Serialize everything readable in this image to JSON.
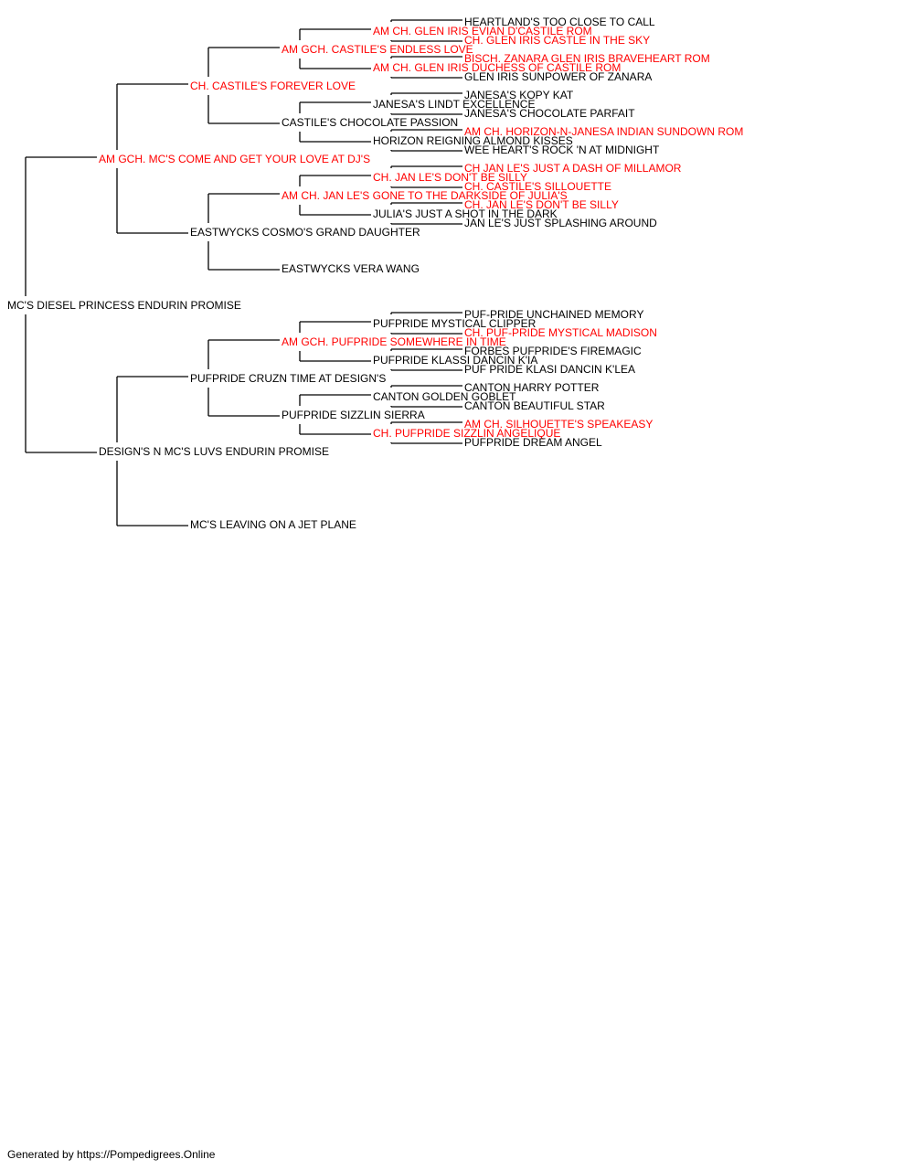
{
  "colors": {
    "champion": "#ff0000",
    "normal": "#000000",
    "line": "#000000"
  },
  "footer": "Generated by https://Pompedigrees.Online",
  "pedigree": {
    "name": "MC'S DIESEL PRINCESS ENDURIN PROMISE",
    "champion": false,
    "sire": {
      "name": "AM GCH. MC'S COME AND GET YOUR LOVE AT DJ'S",
      "champion": true,
      "sire": {
        "name": "CH. CASTILE'S FOREVER LOVE",
        "champion": true,
        "sire": {
          "name": "AM GCH. CASTILE'S ENDLESS LOVE",
          "champion": true,
          "sire": {
            "name": "AM CH. GLEN IRIS EVIAN D'CASTILE ROM",
            "champion": true,
            "sire": {
              "name": "HEARTLAND'S TOO CLOSE TO CALL",
              "champion": false
            },
            "dam": {
              "name": "CH. GLEN IRIS CASTLE IN THE SKY",
              "champion": true
            }
          },
          "dam": {
            "name": "AM CH. GLEN IRIS DUCHESS OF CASTILE ROM",
            "champion": true,
            "sire": {
              "name": "BISCH. ZANARA GLEN IRIS BRAVEHEART ROM",
              "champion": true
            },
            "dam": {
              "name": "GLEN IRIS SUNPOWER OF ZANARA",
              "champion": false
            }
          }
        },
        "dam": {
          "name": "CASTILE'S CHOCOLATE PASSION",
          "champion": false,
          "sire": {
            "name": "JANESA'S LINDT EXCELLENCE",
            "champion": false,
            "sire": {
              "name": "JANESA'S KOPY KAT",
              "champion": false
            },
            "dam": {
              "name": "JANESA'S CHOCOLATE PARFAIT",
              "champion": false
            }
          },
          "dam": {
            "name": "HORIZON REIGNING ALMOND KISSES",
            "champion": false,
            "sire": {
              "name": "AM CH. HORIZON-N-JANESA INDIAN SUNDOWN ROM",
              "champion": true
            },
            "dam": {
              "name": "WEE HEART'S ROCK 'N AT MIDNIGHT",
              "champion": false
            }
          }
        }
      },
      "dam": {
        "name": "EASTWYCKS COSMO'S GRAND DAUGHTER",
        "champion": false,
        "sire": {
          "name": "AM CH. JAN LE'S GONE TO THE DARKSIDE OF JULIA'S",
          "champion": true,
          "sire": {
            "name": "CH. JAN LE'S DON'T BE SILLY",
            "champion": true,
            "sire": {
              "name": "CH JAN LE'S JUST A DASH OF MILLAMOR",
              "champion": true
            },
            "dam": {
              "name": "CH. CASTILE'S SILLOUETTE",
              "champion": true
            }
          },
          "dam": {
            "name": "JULIA'S JUST A SHOT IN THE DARK",
            "champion": false,
            "sire": {
              "name": "CH. JAN LE'S DON'T BE SILLY",
              "champion": true
            },
            "dam": {
              "name": "JAN LE'S JUST SPLASHING AROUND",
              "champion": false
            }
          }
        },
        "dam": {
          "name": "EASTWYCKS VERA WANG",
          "champion": false
        }
      }
    },
    "dam": {
      "name": "DESIGN'S N MC'S LUVS ENDURIN PROMISE",
      "champion": false,
      "sire": {
        "name": "PUFPRIDE CRUZN TIME AT DESIGN'S",
        "champion": false,
        "sire": {
          "name": "AM GCH. PUFPRIDE SOMEWHERE IN TIME",
          "champion": true,
          "sire": {
            "name": "PUFPRIDE MYSTICAL CLIPPER",
            "champion": false,
            "sire": {
              "name": "PUF-PRIDE UNCHAINED MEMORY",
              "champion": false
            },
            "dam": {
              "name": "CH. PUF-PRIDE MYSTICAL MADISON",
              "champion": true
            }
          },
          "dam": {
            "name": "PUFPRIDE KLASSI DANCIN K'IA",
            "champion": false,
            "sire": {
              "name": "FORBES PUFPRIDE'S FIREMAGIC",
              "champion": false
            },
            "dam": {
              "name": "PUF PRIDE KLASI DANCIN K'LEA",
              "champion": false
            }
          }
        },
        "dam": {
          "name": "PUFPRIDE SIZZLIN SIERRA",
          "champion": false,
          "sire": {
            "name": "CANTON GOLDEN GOBLET",
            "champion": false,
            "sire": {
              "name": "CANTON HARRY POTTER",
              "champion": false
            },
            "dam": {
              "name": "CANTON BEAUTIFUL STAR",
              "champion": false
            }
          },
          "dam": {
            "name": "CH. PUFPRIDE SIZZLIN ANGELIQUE",
            "champion": true,
            "sire": {
              "name": "AM CH. SILHOUETTE'S SPEAKEASY",
              "champion": true
            },
            "dam": {
              "name": "PUFPRIDE DREAM ANGEL",
              "champion": false
            }
          }
        }
      },
      "dam": {
        "name": "MC'S LEAVING ON A JET PLANE",
        "champion": false
      }
    }
  }
}
